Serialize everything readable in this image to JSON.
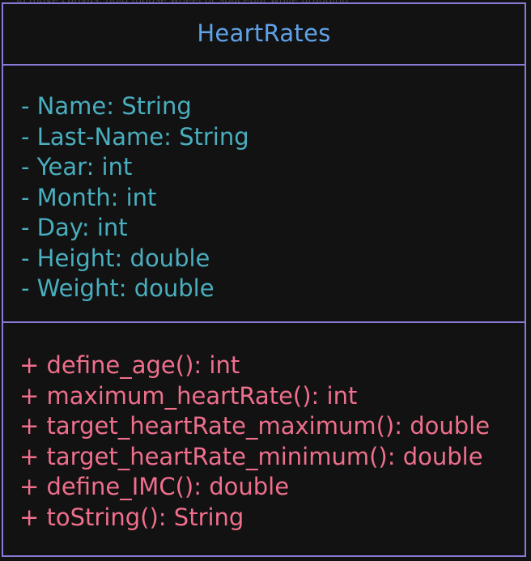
{
  "canvas": {
    "hint": "To move canvas, hold mouse wheel or spacebar while dragging"
  },
  "diagram": {
    "class_name": "HeartRates",
    "attributes": [
      "- Name: String",
      "- Last-Name: String",
      "- Year: int",
      "- Month: int",
      "- Day: int",
      "- Height: double",
      "- Weight: double"
    ],
    "methods": [
      "+ define_age(): int",
      "+ maximum_heartRate(): int",
      "+ target_heartRate_maximum(): double",
      "+ target_heartRate_minimum(): double",
      "+ define_IMC(): double",
      "+ toString(): String"
    ],
    "colors": {
      "background": "#121212",
      "border": "#8a79d8",
      "title": "#5fa2e8",
      "attributes": "#49aebe",
      "methods": "#ef6f8c"
    }
  }
}
